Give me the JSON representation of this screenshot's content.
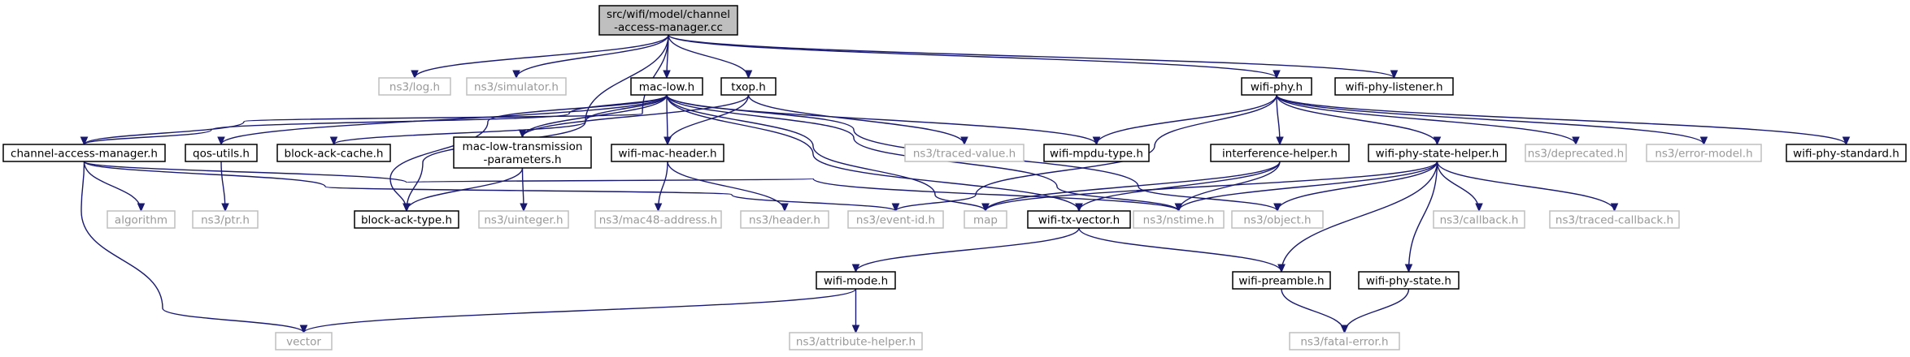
{
  "title": "src/wifi/model/channel-access-manager.cc",
  "colors": {
    "edge": "#191970",
    "root_fill": "#bfbfbf",
    "root_border": "#000000",
    "documented_border": "#000000",
    "external_border": "#bfbfbf",
    "documented_text": "#000000",
    "external_text": "#999999",
    "background": "#ffffff"
  },
  "nodes": [
    {
      "id": "root",
      "lines": [
        "src/wifi/model/channel",
        "-access-manager.cc"
      ],
      "kind": "root"
    },
    {
      "id": "ns3_log",
      "lines": [
        "ns3/log.h"
      ],
      "kind": "external"
    },
    {
      "id": "ns3_simulator",
      "lines": [
        "ns3/simulator.h"
      ],
      "kind": "external"
    },
    {
      "id": "mac_low",
      "lines": [
        "mac-low.h"
      ],
      "kind": "documented"
    },
    {
      "id": "txop",
      "lines": [
        "txop.h"
      ],
      "kind": "documented"
    },
    {
      "id": "wifi_phy",
      "lines": [
        "wifi-phy.h"
      ],
      "kind": "documented"
    },
    {
      "id": "wifi_phy_listener",
      "lines": [
        "wifi-phy-listener.h"
      ],
      "kind": "documented"
    },
    {
      "id": "cam_h",
      "lines": [
        "channel-access-manager.h"
      ],
      "kind": "documented"
    },
    {
      "id": "qos_utils",
      "lines": [
        "qos-utils.h"
      ],
      "kind": "documented"
    },
    {
      "id": "block_ack_cache",
      "lines": [
        "block-ack-cache.h"
      ],
      "kind": "documented"
    },
    {
      "id": "mltp",
      "lines": [
        "mac-low-transmission",
        "-parameters.h"
      ],
      "kind": "documented"
    },
    {
      "id": "wifi_mac_header",
      "lines": [
        "wifi-mac-header.h"
      ],
      "kind": "documented"
    },
    {
      "id": "ns3_traced_value",
      "lines": [
        "ns3/traced-value.h"
      ],
      "kind": "external"
    },
    {
      "id": "wifi_mpdu_type",
      "lines": [
        "wifi-mpdu-type.h"
      ],
      "kind": "documented"
    },
    {
      "id": "interference_helper",
      "lines": [
        "interference-helper.h"
      ],
      "kind": "documented"
    },
    {
      "id": "wifi_phy_state_helper",
      "lines": [
        "wifi-phy-state-helper.h"
      ],
      "kind": "documented"
    },
    {
      "id": "ns3_deprecated",
      "lines": [
        "ns3/deprecated.h"
      ],
      "kind": "external"
    },
    {
      "id": "ns3_error_model",
      "lines": [
        "ns3/error-model.h"
      ],
      "kind": "external"
    },
    {
      "id": "wifi_phy_standard",
      "lines": [
        "wifi-phy-standard.h"
      ],
      "kind": "documented"
    },
    {
      "id": "algorithm",
      "lines": [
        "algorithm"
      ],
      "kind": "external"
    },
    {
      "id": "ns3_ptr",
      "lines": [
        "ns3/ptr.h"
      ],
      "kind": "external"
    },
    {
      "id": "block_ack_type",
      "lines": [
        "block-ack-type.h"
      ],
      "kind": "documented"
    },
    {
      "id": "ns3_uinteger",
      "lines": [
        "ns3/uinteger.h"
      ],
      "kind": "external"
    },
    {
      "id": "ns3_mac48",
      "lines": [
        "ns3/mac48-address.h"
      ],
      "kind": "external"
    },
    {
      "id": "ns3_header",
      "lines": [
        "ns3/header.h"
      ],
      "kind": "external"
    },
    {
      "id": "ns3_event_id",
      "lines": [
        "ns3/event-id.h"
      ],
      "kind": "external"
    },
    {
      "id": "map",
      "lines": [
        "map"
      ],
      "kind": "external"
    },
    {
      "id": "wifi_tx_vector",
      "lines": [
        "wifi-tx-vector.h"
      ],
      "kind": "documented"
    },
    {
      "id": "ns3_nstime",
      "lines": [
        "ns3/nstime.h"
      ],
      "kind": "external"
    },
    {
      "id": "ns3_object",
      "lines": [
        "ns3/object.h"
      ],
      "kind": "external"
    },
    {
      "id": "ns3_callback",
      "lines": [
        "ns3/callback.h"
      ],
      "kind": "external"
    },
    {
      "id": "ns3_traced_callback",
      "lines": [
        "ns3/traced-callback.h"
      ],
      "kind": "external"
    },
    {
      "id": "wifi_mode",
      "lines": [
        "wifi-mode.h"
      ],
      "kind": "documented"
    },
    {
      "id": "wifi_preamble",
      "lines": [
        "wifi-preamble.h"
      ],
      "kind": "documented"
    },
    {
      "id": "wifi_phy_state",
      "lines": [
        "wifi-phy-state.h"
      ],
      "kind": "documented"
    },
    {
      "id": "vector",
      "lines": [
        "vector"
      ],
      "kind": "external"
    },
    {
      "id": "ns3_attribute_helper",
      "lines": [
        "ns3/attribute-helper.h"
      ],
      "kind": "external"
    },
    {
      "id": "ns3_fatal_error",
      "lines": [
        "ns3/fatal-error.h"
      ],
      "kind": "external"
    }
  ],
  "edges": [
    [
      "root",
      "ns3_log"
    ],
    [
      "root",
      "ns3_simulator"
    ],
    [
      "root",
      "mac_low"
    ],
    [
      "root",
      "txop"
    ],
    [
      "root",
      "wifi_phy"
    ],
    [
      "root",
      "wifi_phy_listener"
    ],
    [
      "root",
      "cam_h"
    ],
    [
      "root",
      "block_ack_type"
    ],
    [
      "mac_low",
      "cam_h"
    ],
    [
      "mac_low",
      "qos_utils"
    ],
    [
      "mac_low",
      "block_ack_cache"
    ],
    [
      "mac_low",
      "mltp"
    ],
    [
      "mac_low",
      "wifi_mac_header"
    ],
    [
      "mac_low",
      "wifi_mpdu_type"
    ],
    [
      "mac_low",
      "block_ack_type"
    ],
    [
      "mac_low",
      "map"
    ],
    [
      "mac_low",
      "wifi_tx_vector"
    ],
    [
      "mac_low",
      "ns3_nstime"
    ],
    [
      "mac_low",
      "ns3_object"
    ],
    [
      "txop",
      "mltp"
    ],
    [
      "txop",
      "wifi_mac_header"
    ],
    [
      "txop",
      "ns3_traced_value"
    ],
    [
      "wifi_phy",
      "wifi_mpdu_type"
    ],
    [
      "wifi_phy",
      "interference_helper"
    ],
    [
      "wifi_phy",
      "wifi_phy_state_helper"
    ],
    [
      "wifi_phy",
      "ns3_deprecated"
    ],
    [
      "wifi_phy",
      "ns3_error_model"
    ],
    [
      "wifi_phy",
      "wifi_phy_standard"
    ],
    [
      "wifi_phy",
      "ns3_event_id"
    ],
    [
      "cam_h",
      "algorithm"
    ],
    [
      "cam_h",
      "vector"
    ],
    [
      "cam_h",
      "ns3_event_id"
    ],
    [
      "cam_h",
      "ns3_nstime"
    ],
    [
      "qos_utils",
      "ns3_ptr"
    ],
    [
      "mltp",
      "block_ack_type"
    ],
    [
      "mltp",
      "ns3_uinteger"
    ],
    [
      "wifi_mac_header",
      "ns3_mac48"
    ],
    [
      "wifi_mac_header",
      "ns3_header"
    ],
    [
      "interference_helper",
      "map"
    ],
    [
      "interference_helper",
      "wifi_tx_vector"
    ],
    [
      "interference_helper",
      "ns3_nstime"
    ],
    [
      "wifi_phy_state_helper",
      "ns3_nstime"
    ],
    [
      "wifi_phy_state_helper",
      "ns3_object"
    ],
    [
      "wifi_phy_state_helper",
      "map"
    ],
    [
      "wifi_phy_state_helper",
      "wifi_preamble"
    ],
    [
      "wifi_phy_state_helper",
      "wifi_phy_state"
    ],
    [
      "wifi_phy_state_helper",
      "ns3_callback"
    ],
    [
      "wifi_phy_state_helper",
      "ns3_traced_callback"
    ],
    [
      "wifi_tx_vector",
      "wifi_mode"
    ],
    [
      "wifi_tx_vector",
      "wifi_preamble"
    ],
    [
      "wifi_mode",
      "vector"
    ],
    [
      "wifi_mode",
      "ns3_attribute_helper"
    ],
    [
      "wifi_preamble",
      "ns3_fatal_error"
    ],
    [
      "wifi_phy_state",
      "ns3_fatal_error"
    ]
  ]
}
